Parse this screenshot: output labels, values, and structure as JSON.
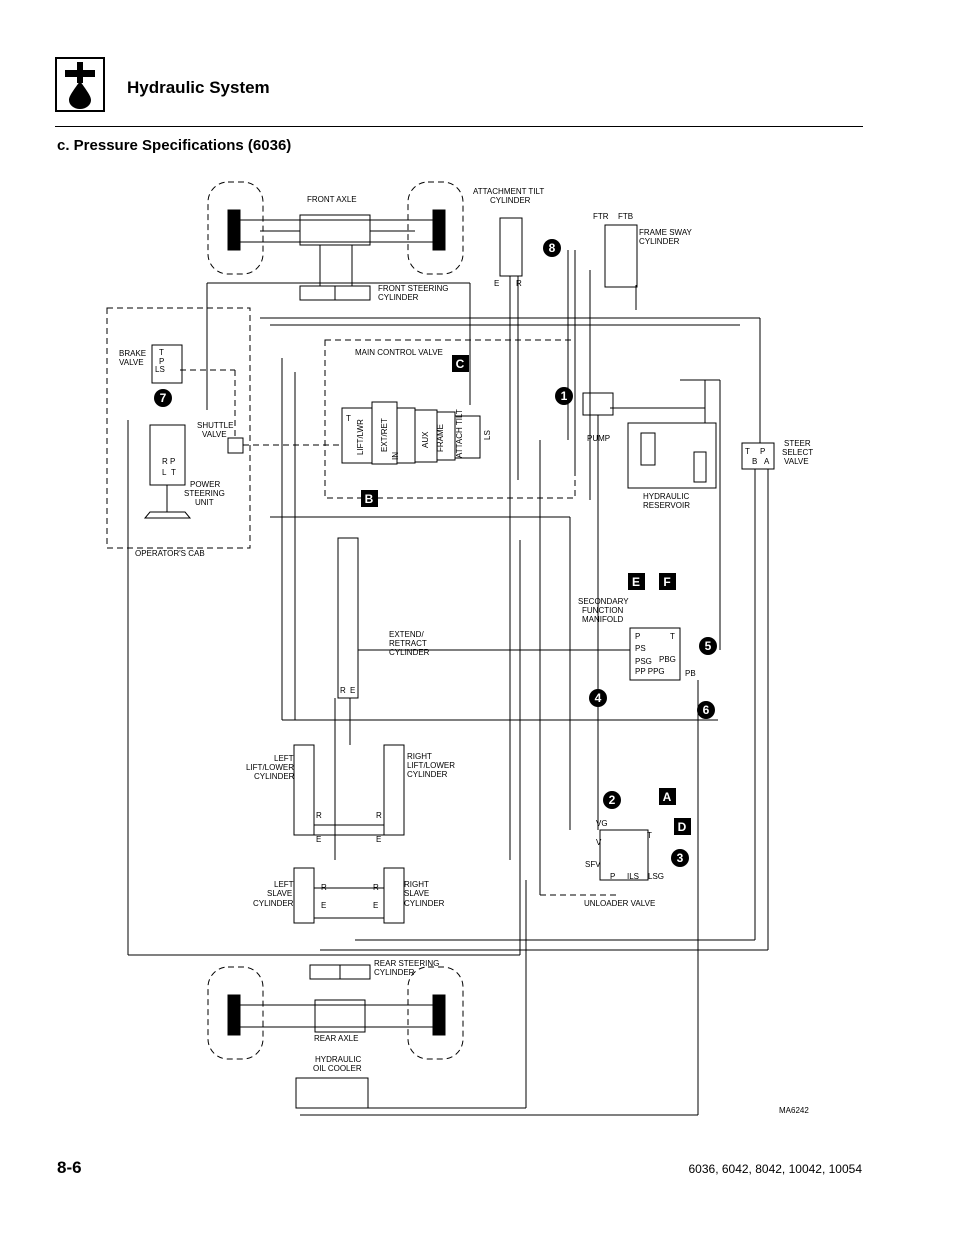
{
  "header": {
    "title": "Hydraulic System",
    "icon": "hydraulic-drop-icon"
  },
  "section": {
    "heading": "c.   Pressure Specifications (6036)"
  },
  "diagram": {
    "labels": {
      "front_axle": "FRONT  AXLE",
      "attachment_tilt_1": "ATTACHMENT TILT",
      "attachment_tilt_2": "CYLINDER",
      "ftr": "FTR",
      "ftb": "FTB",
      "frame_sway_1": "FRAME SWAY",
      "frame_sway_2": "CYLINDER",
      "front_steering_1": "FRONT STEERING",
      "front_steering_2": "CYLINDER",
      "main_control_valve": "MAIN CONTROL VALVE",
      "brake_valve_1": "BRAKE",
      "brake_valve_2": "VALVE",
      "shuttle_valve_1": "SHUTTLE",
      "shuttle_valve_2": "VALVE",
      "power_steering_1": "POWER",
      "power_steering_2": "STEERING",
      "power_steering_3": "UNIT",
      "operators_cab": "OPERATOR'S  CAB",
      "pump": "PUMP",
      "hydraulic_reservoir_1": "HYDRAULIC",
      "hydraulic_reservoir_2": "RESERVOIR",
      "steer_select_1": "STEER",
      "steer_select_2": "SELECT",
      "steer_select_3": "VALVE",
      "secondary_1": "SECONDARY",
      "secondary_2": "FUNCTION",
      "secondary_3": "MANIFOLD",
      "extend_1": "EXTEND/",
      "extend_2": "RETRACT",
      "extend_3": "CYLINDER",
      "left_lift_1": "LEFT",
      "left_lift_2": "LIFT/LOWER",
      "left_lift_3": "CYLINDER",
      "right_lift_1": "RIGHT",
      "right_lift_2": "LIFT/LOWER",
      "right_lift_3": "CYLINDER",
      "left_slave_1": "LEFT",
      "left_slave_2": "SLAVE",
      "left_slave_3": "CYLINDER",
      "right_slave_1": "RIGHT",
      "right_slave_2": "SLAVE",
      "right_slave_3": "CYLINDER",
      "unloader_valve": "UNLOADER VALVE",
      "rear_steering_1": "REAR STEERING",
      "rear_steering_2": "CYLINDER",
      "rear_axle": "REAR  AXLE",
      "oil_cooler_1": "HYDRAULIC",
      "oil_cooler_2": "OIL  COOLER",
      "figure_id": "MA6242",
      "lift_lwr": "LIFT/LWR",
      "ext_ret": "EXT/RET",
      "aux": "AUX",
      "frame": "FRAME",
      "attach_tilt": "ATTACH TILT",
      "ls": "LS",
      "in": "IN",
      "t": "T",
      "p": "P",
      "b": "B",
      "a": "A",
      "r": "R",
      "e": "E",
      "l": "L",
      "psg": "PSG",
      "pbg": "PBG",
      "pp_ppg": "PP  PPG",
      "pb": "PB",
      "ps": "PS",
      "vg": "VG",
      "v": "V",
      "sfv": "SFV",
      "ils": "ILS",
      "lsg": "LSG",
      "brake_ls": "LS"
    },
    "callouts": {
      "c1": "1",
      "c2": "2",
      "c3": "3",
      "c4": "4",
      "c5": "5",
      "c6": "6",
      "c7": "7",
      "c8": "8",
      "lA": "A",
      "lB": "B",
      "lC": "C",
      "lD": "D",
      "lE": "E",
      "lF": "F"
    }
  },
  "footer": {
    "page_number": "8-6",
    "models": "6036, 6042, 8042, 10042, 10054"
  }
}
